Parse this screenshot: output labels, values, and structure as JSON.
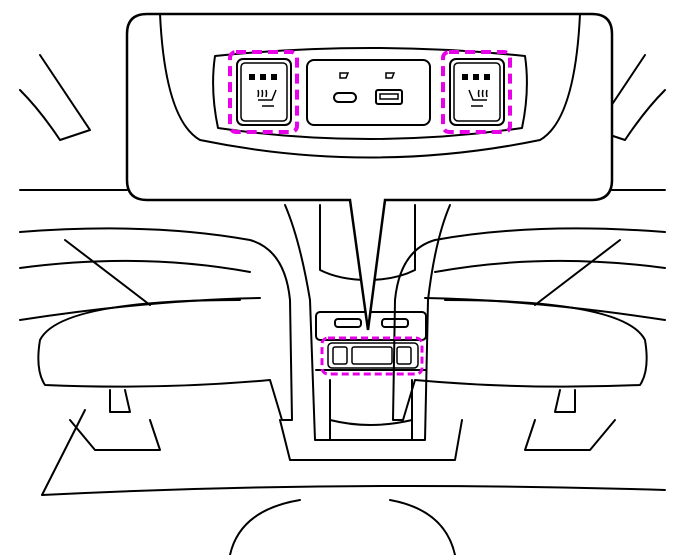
{
  "diagram": {
    "subject": "rear-seat-heater-switches-and-usb-ports",
    "colors": {
      "line": "#000000",
      "highlight": "#e800e8",
      "background": "#ffffff"
    },
    "callout": {
      "left_control": {
        "icon": "seat-heater-icon",
        "level_indicators": 3
      },
      "right_control": {
        "icon": "seat-heater-icon",
        "level_indicators": 3
      },
      "ports": [
        {
          "type": "usb-c",
          "icon": "charging-icon"
        },
        {
          "type": "usb-a",
          "icon": "charging-icon"
        }
      ]
    }
  }
}
